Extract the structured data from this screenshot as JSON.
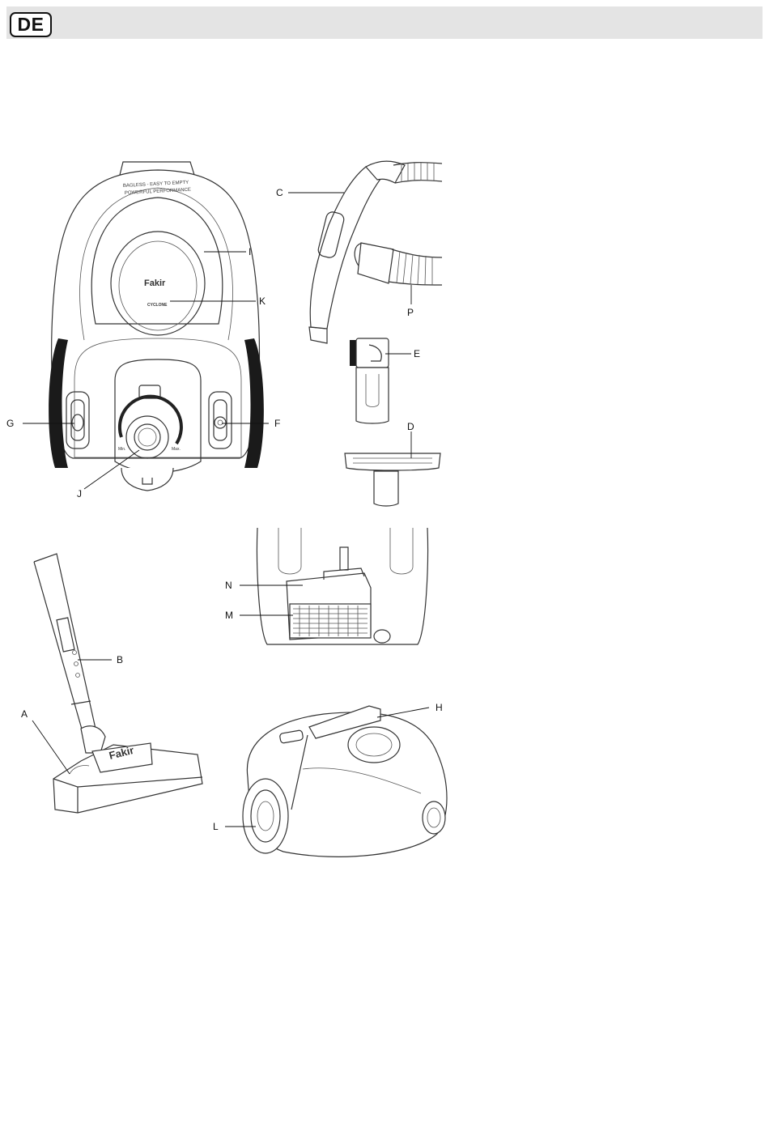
{
  "header": {
    "language_badge": "DE"
  },
  "figure": {
    "front_view": {
      "body_text_line1": "BAGLESS - EASY TO EMPTY",
      "body_text_line2": "POWERFUL PERFORMANCE",
      "logo": "Fakir",
      "model": "CYCLONE",
      "dial_min": "Min.",
      "dial_max": "Max."
    },
    "floor_nozzle_logo": "Fakir",
    "labels": {
      "A": "A",
      "B": "B",
      "C": "C",
      "D": "D",
      "E": "E",
      "F": "F",
      "G": "G",
      "H": "H",
      "I": "I",
      "J": "J",
      "K": "K",
      "L": "L",
      "M": "M",
      "N": "N",
      "P": "P"
    }
  }
}
